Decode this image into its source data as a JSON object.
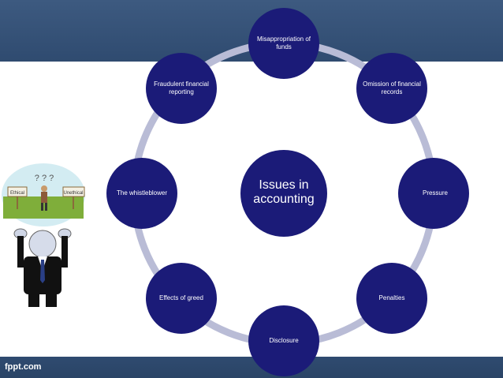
{
  "diagram": {
    "center": "Issues in accounting",
    "nodes": [
      {
        "label": "Misappropriation of funds"
      },
      {
        "label": "Omission of financial records"
      },
      {
        "label": "Pressure"
      },
      {
        "label": "Penalties"
      },
      {
        "label": "Disclosure"
      },
      {
        "label": "Effects of greed"
      },
      {
        "label": "The whistleblower"
      },
      {
        "label": "Fraudulent financial reporting"
      }
    ]
  },
  "illustration": {
    "left_sign": "Ethical",
    "right_sign": "Unethical",
    "question_marks": "? ? ?"
  },
  "footer": {
    "brand": "fppt.com"
  },
  "colors": {
    "node_fill": "#1b1b78",
    "ring": "#b9bcd6",
    "band": "#2f4b70"
  }
}
